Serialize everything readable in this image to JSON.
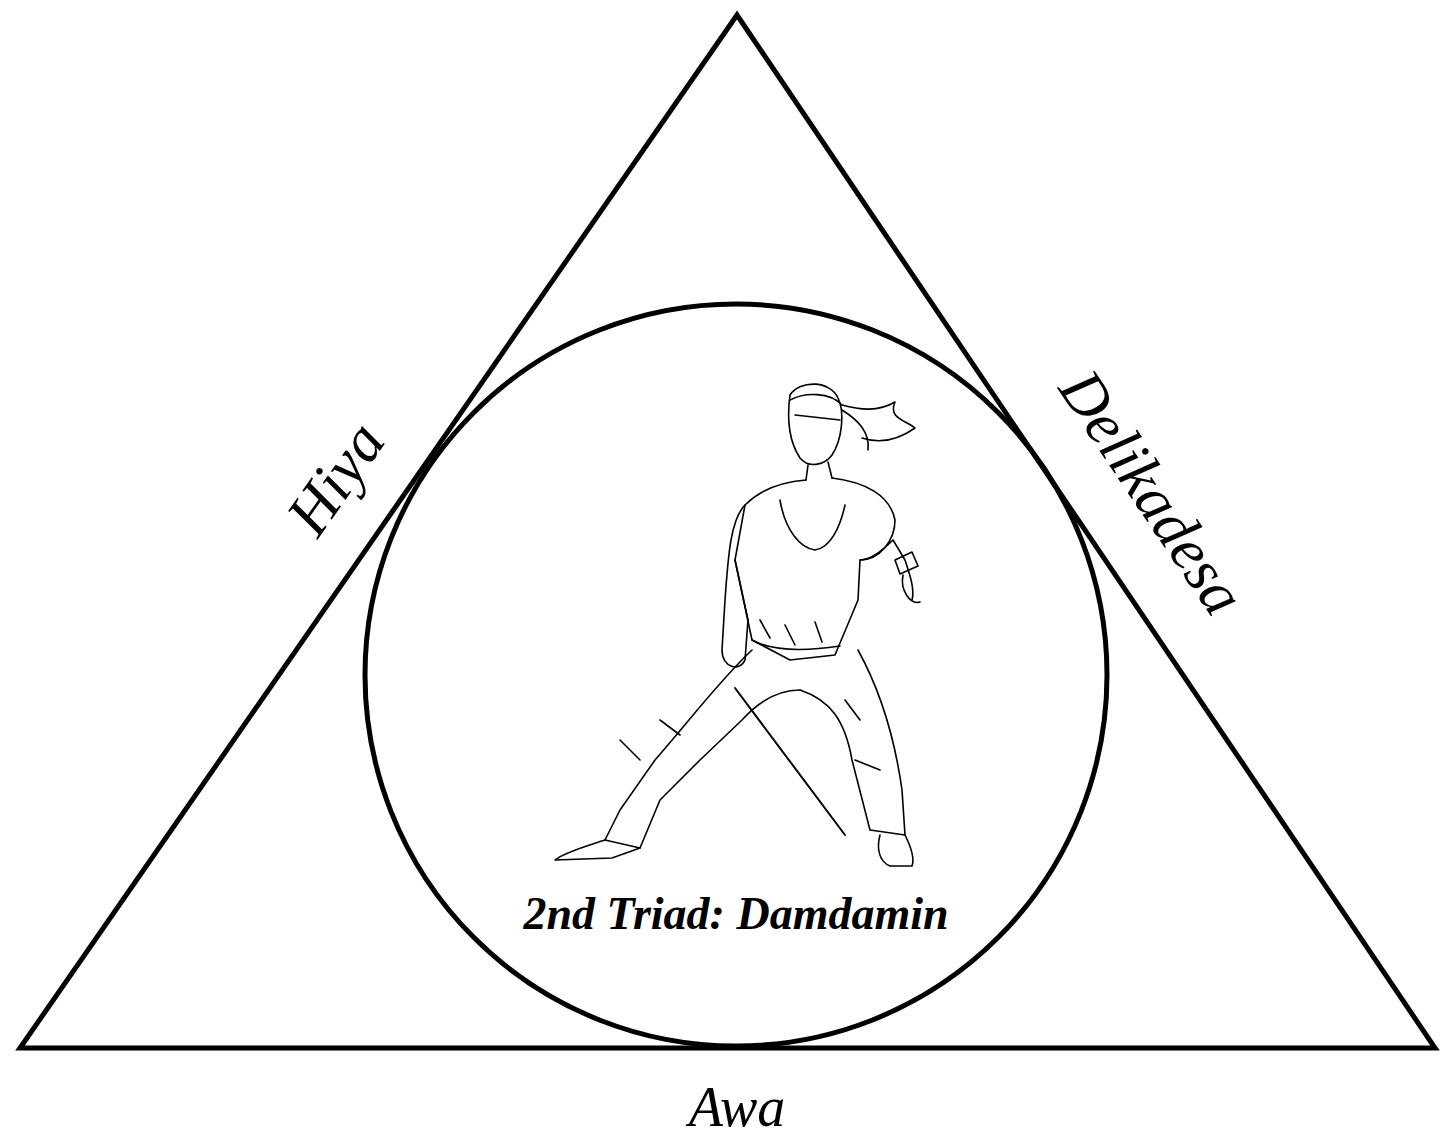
{
  "diagram": {
    "nodes": [
      {
        "text": [
          "Hiya",
          "Delikadesa",
          "Awa"
        ]
      },
      {
        "text": [
          "2nd Triad: Damdamin"
        ],
        "in": 0
      }
    ]
  }
}
